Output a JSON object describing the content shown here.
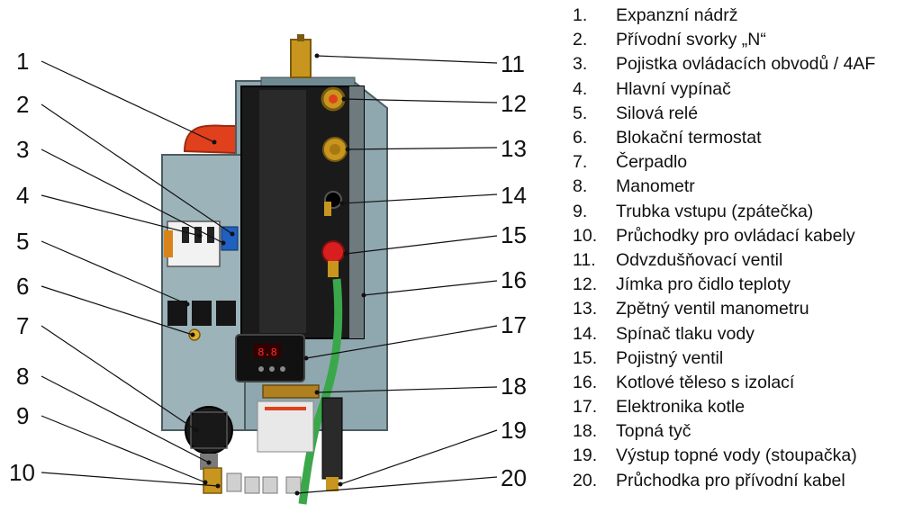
{
  "callouts": {
    "left": [
      "1",
      "2",
      "3",
      "4",
      "5",
      "6",
      "7",
      "8",
      "9",
      "10"
    ],
    "right": [
      "11",
      "12",
      "13",
      "14",
      "15",
      "16",
      "17",
      "18",
      "19",
      "20"
    ]
  },
  "legend": [
    {
      "num": "1.",
      "text": "Expanzní nádrž"
    },
    {
      "num": "2.",
      "text": "Přívodní svorky „N“"
    },
    {
      "num": "3.",
      "text": "Pojistka ovládacích obvodů / 4AF"
    },
    {
      "num": "4.",
      "text": "Hlavní vypínač"
    },
    {
      "num": "5.",
      "text": "Silová relé"
    },
    {
      "num": "6.",
      "text": "Blokační termostat"
    },
    {
      "num": "7.",
      "text": "Čerpadlo"
    },
    {
      "num": "8.",
      "text": "Manometr"
    },
    {
      "num": "9.",
      "text": "Trubka vstupu (zpátečka)"
    },
    {
      "num": "10.",
      "text": "Průchodky pro ovládací kabely"
    },
    {
      "num": "11.",
      "text": "Odvzdušňovací ventil"
    },
    {
      "num": "12.",
      "text": "Jímka pro čidlo teploty"
    },
    {
      "num": "13.",
      "text": "Zpětný ventil manometru"
    },
    {
      "num": "14.",
      "text": "Spínač tlaku vody"
    },
    {
      "num": "15.",
      "text": "Pojistný ventil"
    },
    {
      "num": "16.",
      "text": "Kotlové těleso s izolací"
    },
    {
      "num": "17.",
      "text": "Elektronika kotle"
    },
    {
      "num": "18.",
      "text": "Topná tyč"
    },
    {
      "num": "19.",
      "text": "Výstup topné vody (stoupačka)"
    },
    {
      "num": "20.",
      "text": "Průchodka pro přívodní kabel"
    }
  ],
  "display": {
    "readout": "8.8"
  },
  "colors": {
    "panel": "#8fa8b0",
    "tank": "#e0401c",
    "pipe": "#3aa84a",
    "brass": "#c8961e",
    "body": "#1a1a1a"
  }
}
